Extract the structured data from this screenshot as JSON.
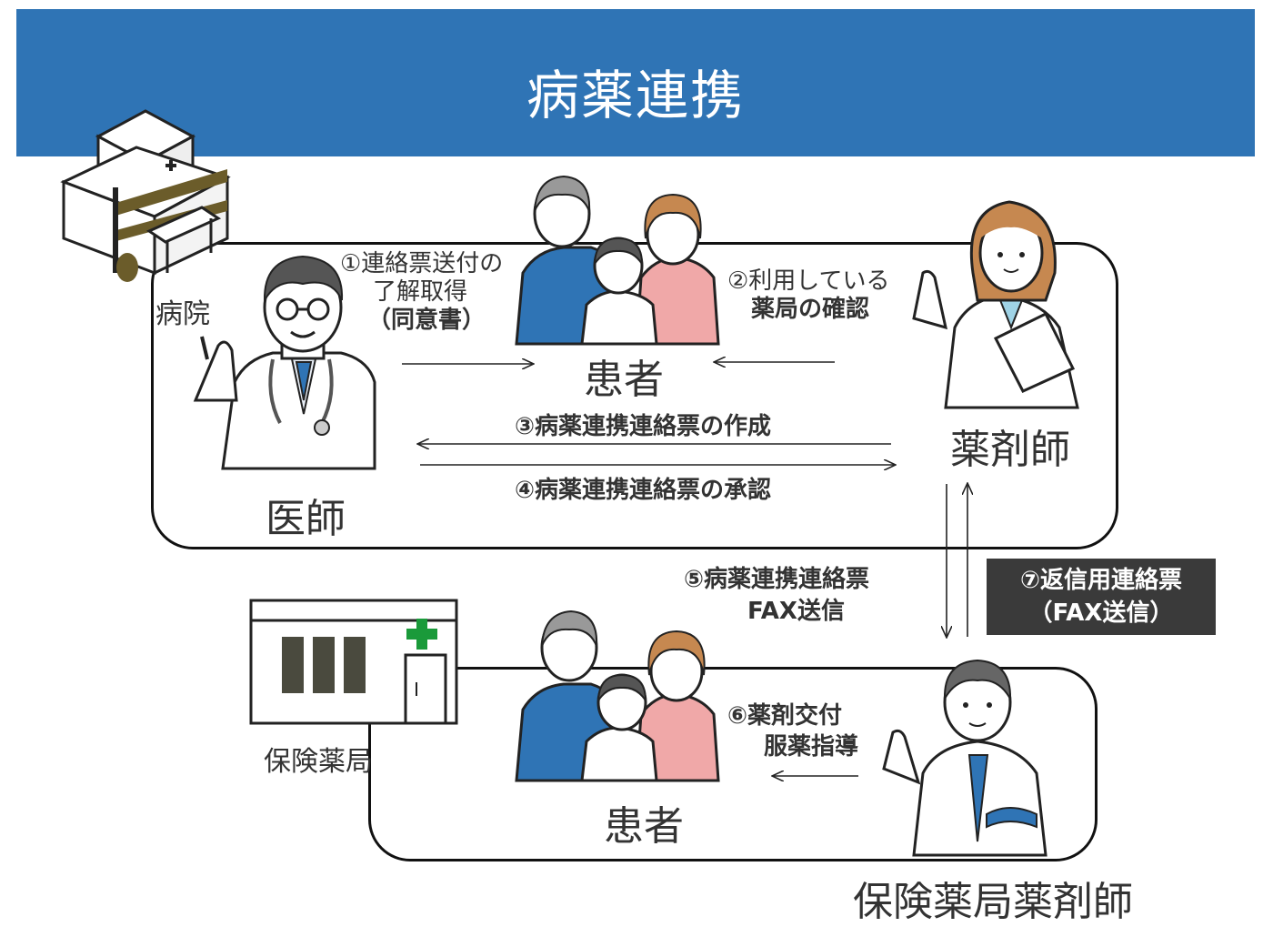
{
  "header": {
    "title": "病薬連携"
  },
  "colors": {
    "header_bg": "#2f74b5",
    "reply_bg": "#3a3a3a",
    "cross": "#1a9a3a"
  },
  "hospital": {
    "label": "病院",
    "doctor": "医師",
    "patient": "患者",
    "pharmacist": "薬剤師",
    "step1": {
      "line1": "①連絡票送付の",
      "line2": "了解取得",
      "line3": "（同意書）"
    },
    "step2": {
      "line1": "②利用している",
      "line2": "薬局の確認"
    },
    "step3": "③病薬連携連絡票の作成",
    "step4": "④病薬連携連絡票の承認"
  },
  "transfer": {
    "step5": {
      "line1": "⑤病薬連携連絡票",
      "line2": "FAX送信"
    },
    "step7": {
      "line1": "⑦返信用連絡票",
      "line2": "（FAX送信）"
    }
  },
  "pharmacy": {
    "label": "保険薬局",
    "patient": "患者",
    "pharmacist": "保険薬局薬剤師",
    "step6": {
      "line1": "⑥薬剤交付",
      "line2": "服薬指導"
    }
  },
  "icons": [
    "hospital-building-icon",
    "doctor-icon",
    "family-icon",
    "female-pharmacist-icon",
    "pharmacy-building-icon",
    "male-pharmacist-icon"
  ]
}
